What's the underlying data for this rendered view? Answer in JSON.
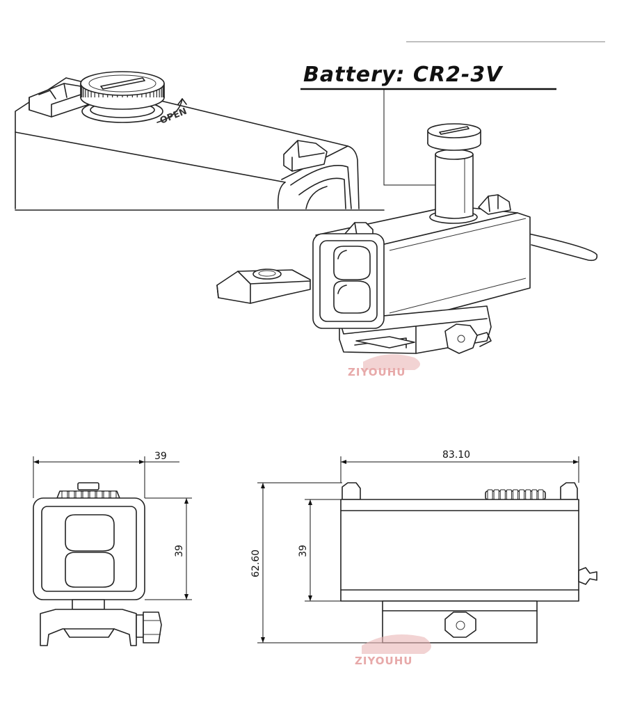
{
  "callout": {
    "label": "Battery: CR2-3V"
  },
  "inset": {
    "engraving": "OPEN"
  },
  "watermark": {
    "text": "ZIYOUHU"
  },
  "dimensions": {
    "front_width": "39",
    "front_height": "39",
    "side_length": "83.10",
    "side_total_height": "62.60",
    "side_body_height": "39"
  }
}
